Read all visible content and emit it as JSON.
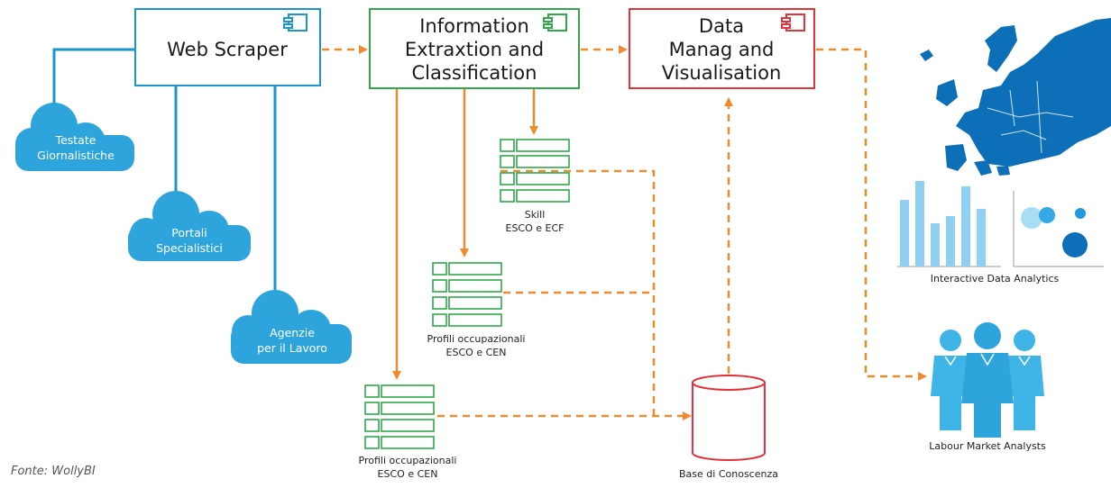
{
  "colors": {
    "blue": "#1a95d0",
    "green": "#2fa84a",
    "red": "#e53238",
    "orange": "#f08a2c",
    "map_blue": "#0d6fb8",
    "cloud_blue": "#2da5dc",
    "chart_light": "#8fd0f2",
    "people_blue": "#3fb4e7"
  },
  "components": {
    "scraper": {
      "title": "Web Scraper"
    },
    "extraction": {
      "line1": "Information",
      "line2": "Extraxtion and",
      "line3": "Classification"
    },
    "data": {
      "line1": "Data",
      "line2": "Manag and",
      "line3": "Visualisation"
    }
  },
  "sources": [
    {
      "line1": "Testate",
      "line2": "Giornalistiche"
    },
    {
      "line1": "Portali",
      "line2": "Specialistici"
    },
    {
      "line1": "Agenzie",
      "line2": "per il Lavoro"
    }
  ],
  "tables": {
    "skill": {
      "line1": "Skill",
      "line2": "ESCO e ECF"
    },
    "profili1": {
      "line1": "Profili occupazionali",
      "line2": "ESCO e CEN"
    },
    "profili2": {
      "line1": "Profili occupazionali",
      "line2": "ESCO e CEN"
    }
  },
  "database": {
    "label": "Base di Conoscenza"
  },
  "analytics": {
    "label": "Interactive Data Analytics"
  },
  "analysts": {
    "label": "Labour Market Analysts"
  },
  "fonte": "Fonte: WollyBI",
  "icons": {
    "component": "component-icon",
    "cloud": "cloud-icon",
    "table": "table-icon",
    "database": "database-cylinder-icon",
    "map": "europe-map-icon",
    "bars": "bar-chart-icon",
    "bubbles": "bubble-chart-icon",
    "people": "people-group-icon"
  }
}
